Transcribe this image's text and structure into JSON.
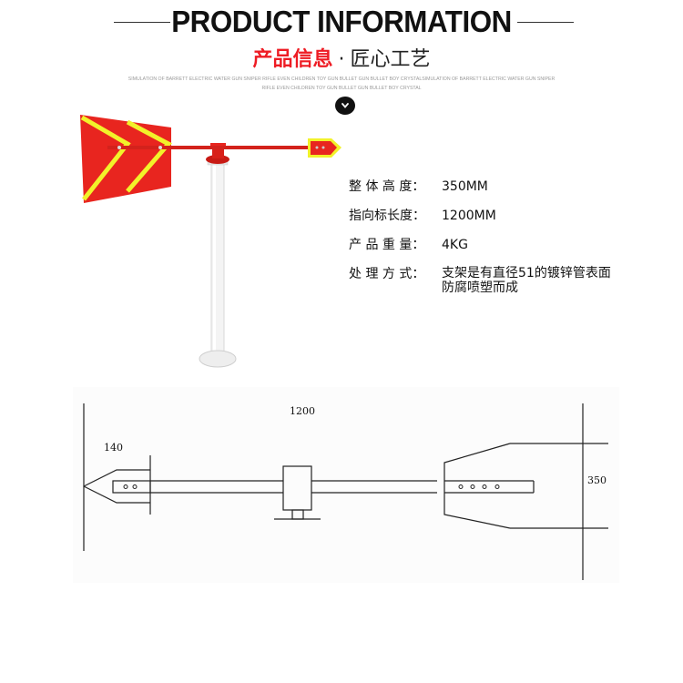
{
  "header": {
    "title": "PRODUCT INFORMATION",
    "subtitle_red": "产品信息",
    "subtitle_sep": "·",
    "subtitle_dark": "匠心工艺",
    "tagline": "SIMULATION OF BARRETT ELECTRIC WATER GUN SNIPER RIFLE EVEN CHILDREN TOY GUN BULLET GUN BULLET BOY CRYSTALSIMULATION OF BARRETT ELECTRIC WATER GUN SNIPER RIFLE EVEN CHILDREN TOY GUN BULLET GUN BULLET BOY CRYSTAL",
    "scroll_icon": "chevron-down-icon"
  },
  "specs": [
    {
      "label": "整 体 高 度：",
      "value": "350MM"
    },
    {
      "label": "指向标长度：",
      "value": "1200MM"
    },
    {
      "label": "产 品 重 量：",
      "value": "4KG"
    },
    {
      "label": "处 理 方 式：",
      "value": "支架是有直径51的镀锌管表面防腐喷塑而成"
    }
  ],
  "drawing": {
    "dim_total": "1200",
    "dim_tip": "140",
    "dim_height": "350"
  },
  "colors": {
    "accent_red": "#ee1c24",
    "vane_red": "#e8251f",
    "reflective_yellow": "#f2f22a",
    "text_dark": "#111111"
  }
}
